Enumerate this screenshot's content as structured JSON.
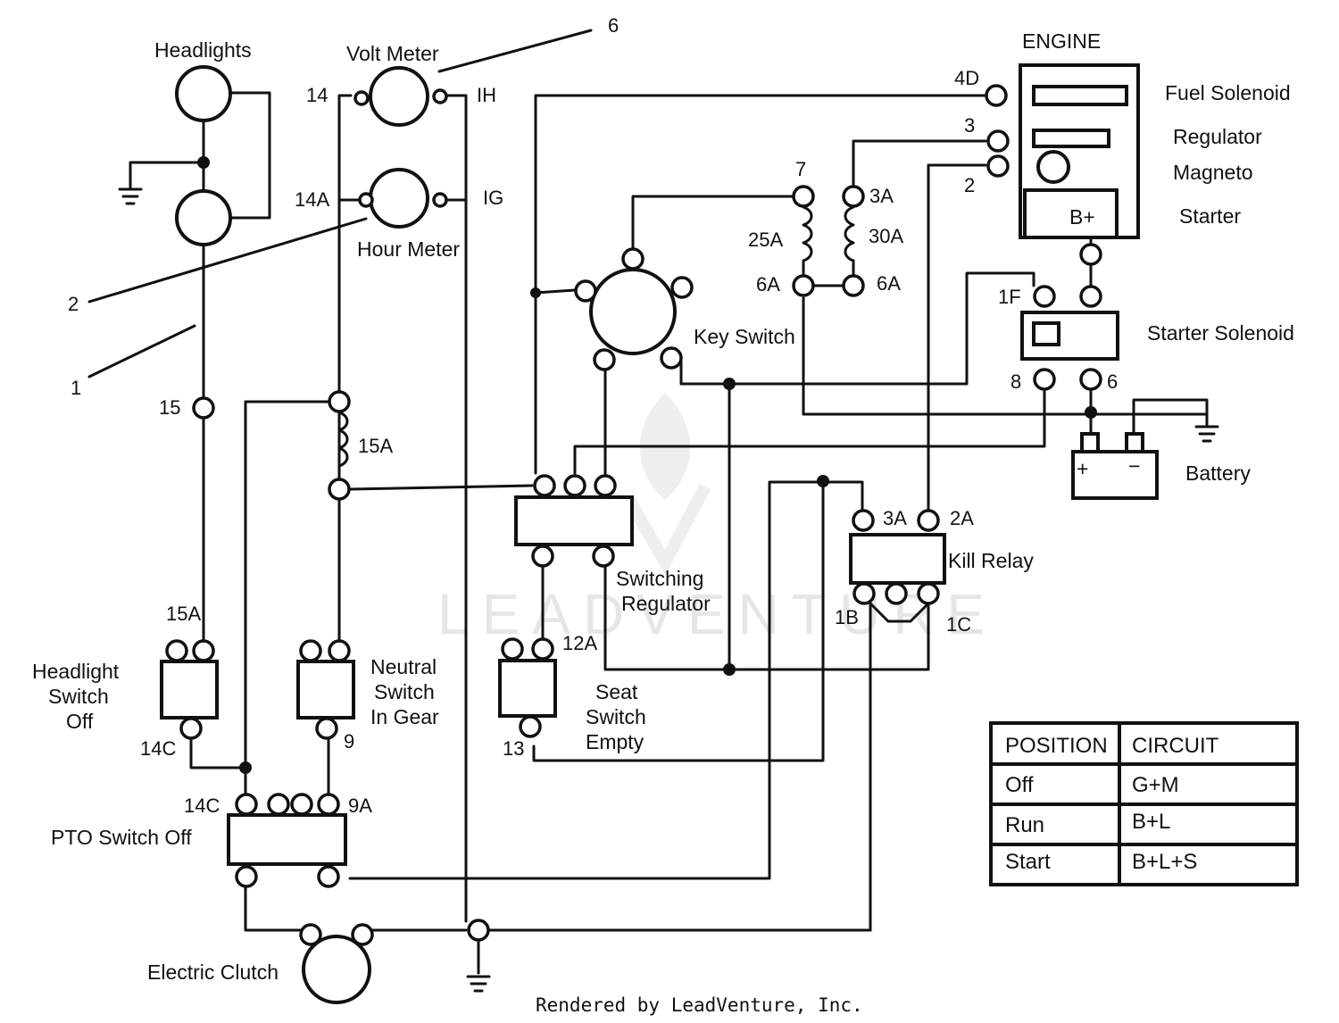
{
  "components": {
    "headlights": "Headlights",
    "volt_meter": "Volt Meter",
    "hour_meter": "Hour Meter",
    "engine": "ENGINE",
    "fuel_solenoid": "Fuel Solenoid",
    "regulator": "Regulator",
    "magneto": "Magneto",
    "starter": "Starter",
    "b_plus": "B+",
    "starter_solenoid": "Starter Solenoid",
    "battery": "Battery",
    "battery_pos": "+",
    "battery_neg": "−",
    "key_switch": "Key Switch",
    "switching_regulator_1": "Switching",
    "switching_regulator_2": "Regulator",
    "kill_relay": "Kill Relay",
    "headlight_switch_1": "Headlight",
    "headlight_switch_2": "Switch",
    "headlight_switch_3": "Off",
    "neutral_switch_1": "Neutral",
    "neutral_switch_2": "Switch",
    "neutral_switch_3": "In Gear",
    "seat_switch_1": "Seat",
    "seat_switch_2": "Switch",
    "seat_switch_3": "Empty",
    "pto_switch": "PTO Switch Off",
    "electric_clutch": "Electric Clutch"
  },
  "wire_labels": {
    "w14": "14",
    "ih": "IH",
    "w14a": "14A",
    "ig": "IG",
    "w4d": "4D",
    "w3": "3",
    "w2": "2",
    "w7": "7",
    "w3a_fuse": "3A",
    "w25a": "25A",
    "w30a": "30A",
    "w6a_left": "6A",
    "w6a_right": "6A",
    "w1f": "1F",
    "w8": "8",
    "w6": "6",
    "w15": "15",
    "w15a_fuse": "15A",
    "w15a_switch": "15A",
    "w3a_relay": "3A",
    "w2a_relay": "2A",
    "w1b": "1B",
    "w1c": "1C",
    "w12a": "12A",
    "w13": "13",
    "w14c_switch": "14C",
    "w9": "9",
    "w14c_pto": "14C",
    "w9a": "9A"
  },
  "callouts": {
    "c1": "1",
    "c2": "2",
    "c6": "6"
  },
  "table": {
    "headers": [
      "POSITION",
      "CIRCUIT"
    ],
    "rows": [
      [
        "Off",
        "G+M"
      ],
      [
        "Run",
        "B+L"
      ],
      [
        "Start",
        "B+L+S"
      ]
    ]
  },
  "watermark": "LEADVENTURE",
  "footer": "Rendered by LeadVenture, Inc."
}
